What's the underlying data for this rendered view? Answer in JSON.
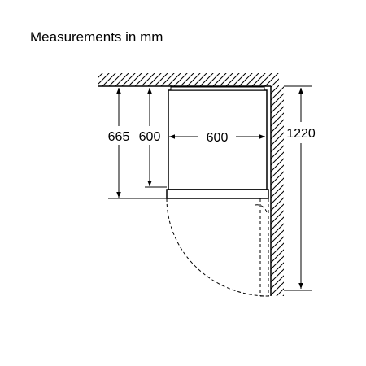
{
  "title": "Measurements in mm",
  "dimensions": {
    "overall_depth_with_door": "665",
    "cabinet_depth": "600",
    "cabinet_width": "600",
    "door_swing_clearance": "1220"
  }
}
